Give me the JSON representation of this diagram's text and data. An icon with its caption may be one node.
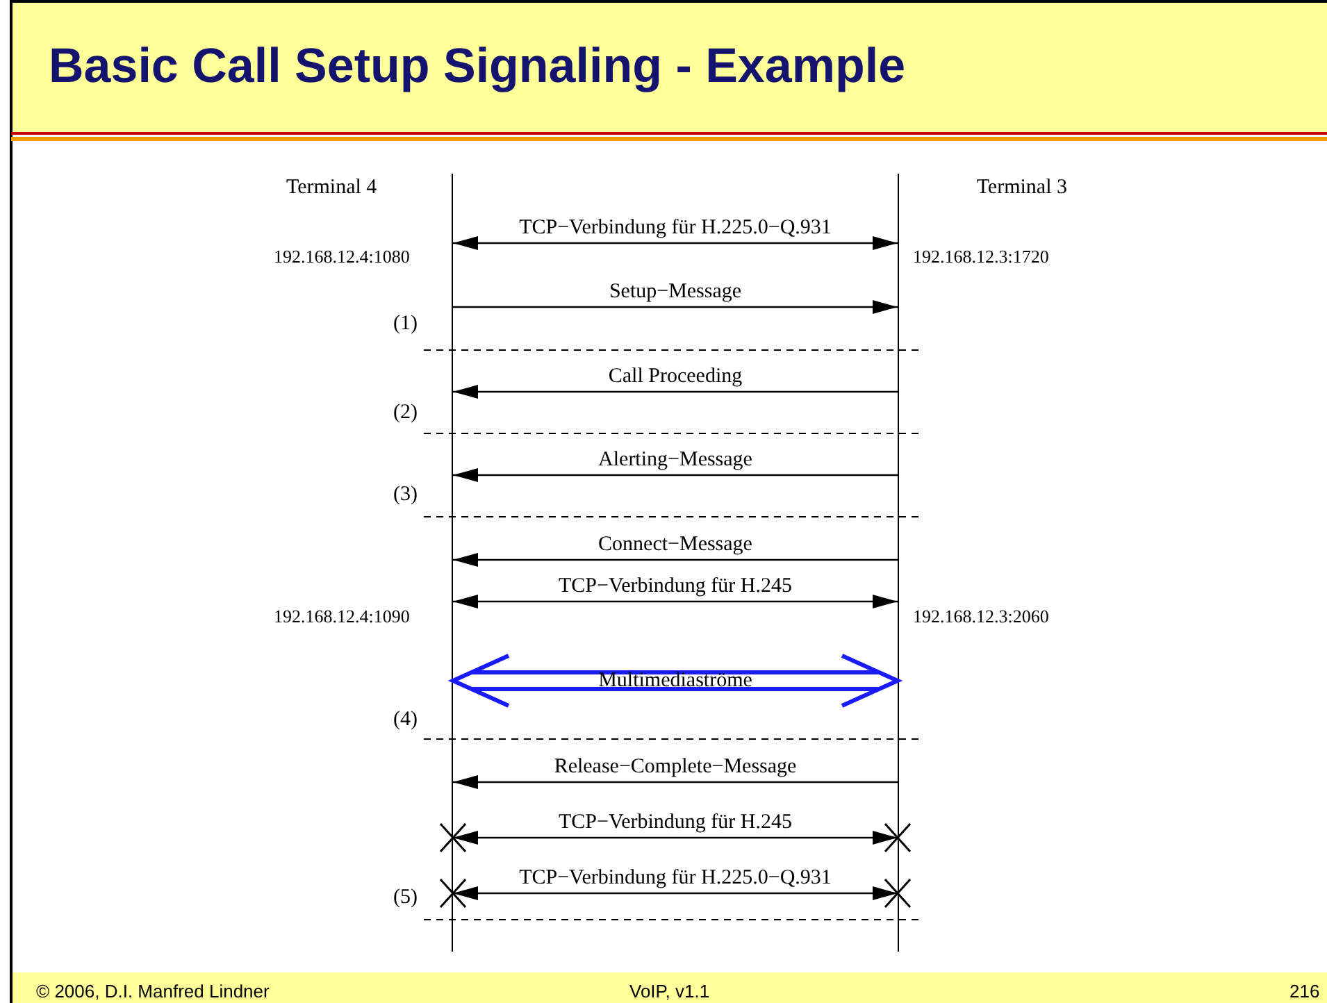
{
  "diagram": {
    "title": "Basic Call Setup Signaling - Example",
    "nodes": [
      {
        "text": [
          "Terminal 4"
        ]
      },
      {
        "text": [
          "Terminal 3"
        ]
      }
    ],
    "edges": [
      {
        "from": 0,
        "to": 1,
        "arrow": "both",
        "label": "TCP−Verbindung für H.225.0−Q.931"
      },
      {
        "from": 0,
        "to": 1,
        "arrow": "to",
        "label": "Setup−Message"
      },
      {
        "from": 1,
        "to": 0,
        "arrow": "to",
        "label": "Call Proceeding"
      },
      {
        "from": 1,
        "to": 0,
        "arrow": "to",
        "label": "Alerting−Message"
      },
      {
        "from": 1,
        "to": 0,
        "arrow": "to",
        "label": "Connect−Message"
      },
      {
        "from": 0,
        "to": 1,
        "arrow": "both",
        "label": "TCP−Verbindung für H.245"
      },
      {
        "from": 0,
        "to": 1,
        "arrow": "both",
        "label": "Multimediaströme",
        "style": "thick",
        "color": "#1a1aff"
      },
      {
        "from": 1,
        "to": 0,
        "arrow": "to",
        "label": "Release−Complete−Message"
      },
      {
        "from": 0,
        "to": 1,
        "arrow": "both",
        "label": "TCP−Verbindung für H.245"
      },
      {
        "from": 0,
        "to": 1,
        "arrow": "both",
        "label": "TCP−Verbindung für H.225.0−Q.931"
      }
    ],
    "labels": [
      "192.168.12.4:1080",
      "192.168.12.3:1720",
      "(1)",
      "(2)",
      "(3)",
      "192.168.12.4:1090",
      "192.168.12.3:2060",
      "(4)",
      "(5)",
      "© 2006, D.I. Manfred Lindner",
      "VoIP, v1.1",
      "216"
    ]
  }
}
